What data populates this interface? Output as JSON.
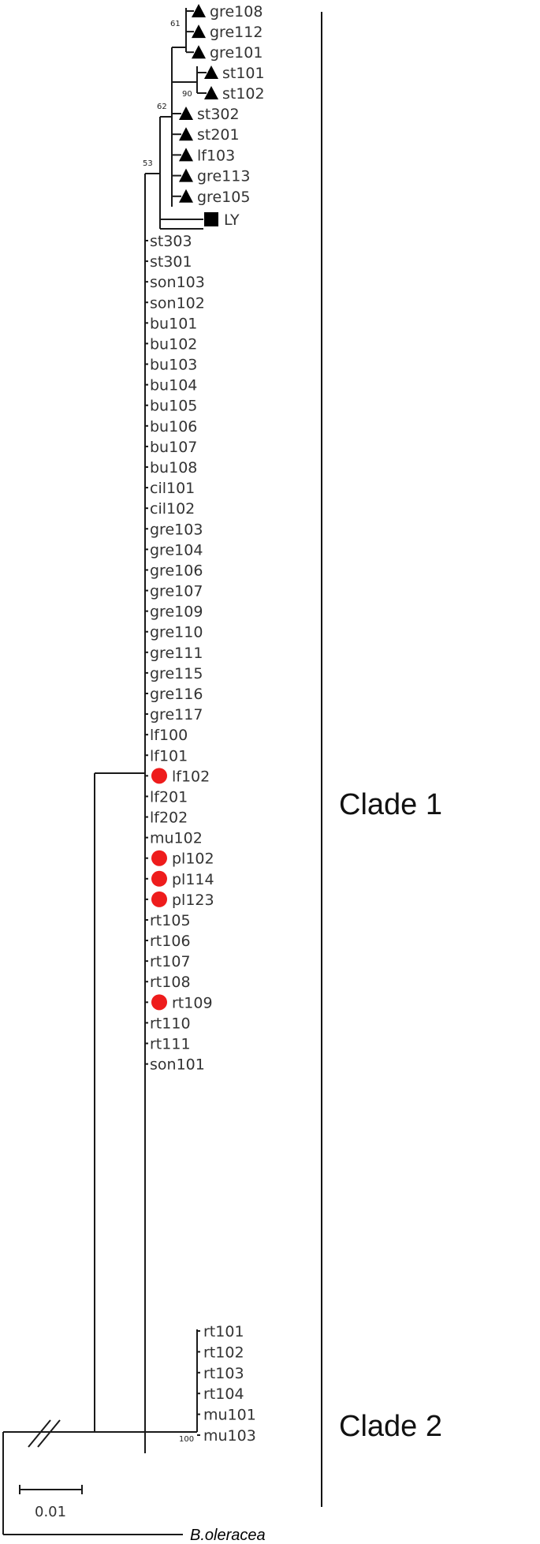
{
  "colors": {
    "circle_marker": "#ee1c1c",
    "triangle_marker": "#000000",
    "square_marker": "#000000"
  },
  "marker_types": {
    "circle": "red-circle",
    "triangle": "black-triangle",
    "square": "black-square"
  },
  "taxa": {
    "g1": [
      {
        "label": "gre108",
        "marker": "triangle"
      },
      {
        "label": "gre112",
        "marker": "triangle"
      },
      {
        "label": "gre101",
        "marker": "triangle"
      }
    ],
    "g2": [
      {
        "label": "st101",
        "marker": "triangle"
      },
      {
        "label": "st102",
        "marker": "triangle"
      }
    ],
    "g3": [
      {
        "label": "st302",
        "marker": "triangle"
      },
      {
        "label": "st201",
        "marker": "triangle"
      },
      {
        "label": "lf103",
        "marker": "triangle"
      },
      {
        "label": "gre113",
        "marker": "triangle"
      },
      {
        "label": "gre105",
        "marker": "triangle"
      }
    ],
    "g4": [
      {
        "label": "LY",
        "marker": "square"
      }
    ],
    "g5": [
      {
        "label": "st303"
      },
      {
        "label": "st301"
      },
      {
        "label": "son103"
      },
      {
        "label": "son102"
      },
      {
        "label": "bu101"
      },
      {
        "label": "bu102"
      },
      {
        "label": "bu103"
      },
      {
        "label": "bu104"
      },
      {
        "label": "bu105"
      },
      {
        "label": "bu106"
      },
      {
        "label": "bu107"
      },
      {
        "label": "bu108"
      },
      {
        "label": "cil101"
      },
      {
        "label": "cil102"
      },
      {
        "label": "gre103"
      },
      {
        "label": "gre104"
      },
      {
        "label": "gre106"
      },
      {
        "label": "gre107"
      },
      {
        "label": "gre109"
      },
      {
        "label": "gre110"
      },
      {
        "label": "gre111"
      },
      {
        "label": "gre115"
      },
      {
        "label": "gre116"
      },
      {
        "label": "gre117"
      },
      {
        "label": "lf100"
      },
      {
        "label": "lf101"
      },
      {
        "label": "lf102",
        "marker": "circle"
      },
      {
        "label": "lf201"
      },
      {
        "label": "lf202"
      },
      {
        "label": "mu102"
      },
      {
        "label": "pl102",
        "marker": "circle"
      },
      {
        "label": "pl114",
        "marker": "circle"
      },
      {
        "label": "pl123",
        "marker": "circle"
      },
      {
        "label": "rt105"
      },
      {
        "label": "rt106"
      },
      {
        "label": "rt107"
      },
      {
        "label": "rt108"
      },
      {
        "label": "rt109",
        "marker": "circle"
      },
      {
        "label": "rt110"
      },
      {
        "label": "rt111"
      },
      {
        "label": "son101"
      }
    ],
    "g6": [
      {
        "label": "rt101"
      },
      {
        "label": "rt102"
      },
      {
        "label": "rt103"
      },
      {
        "label": "rt104"
      },
      {
        "label": "mu101"
      },
      {
        "label": "mu103"
      }
    ]
  },
  "outgroup": "B.oleracea",
  "bootstrap": {
    "b61": "61",
    "b90": "90",
    "b62": "62",
    "b53": "53",
    "b100": "100"
  },
  "clades": {
    "clade1": "Clade 1",
    "clade2": "Clade 2"
  },
  "scale_bar": "0.01"
}
